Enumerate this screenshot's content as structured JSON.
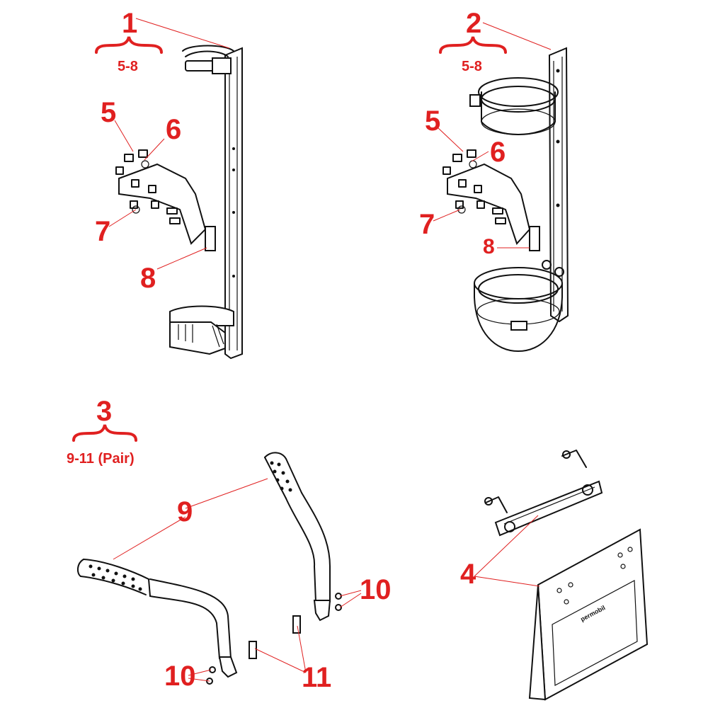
{
  "labels": {
    "l1": "1",
    "l2": "2",
    "l3": "3",
    "l4": "4",
    "l5a": "5",
    "l6a": "6",
    "l7a": "7",
    "l8a": "8",
    "l5b": "5",
    "l6b": "6",
    "l7b": "7",
    "l8b": "8",
    "l9": "9",
    "l10a": "10",
    "l10b": "10",
    "l11": "11"
  },
  "groups": {
    "g1": "5-8",
    "g2": "5-8",
    "g3": "9-11 (Pair)"
  },
  "brand_mark": "permobil",
  "colors": {
    "label": "#e02020",
    "ink": "#111111"
  }
}
